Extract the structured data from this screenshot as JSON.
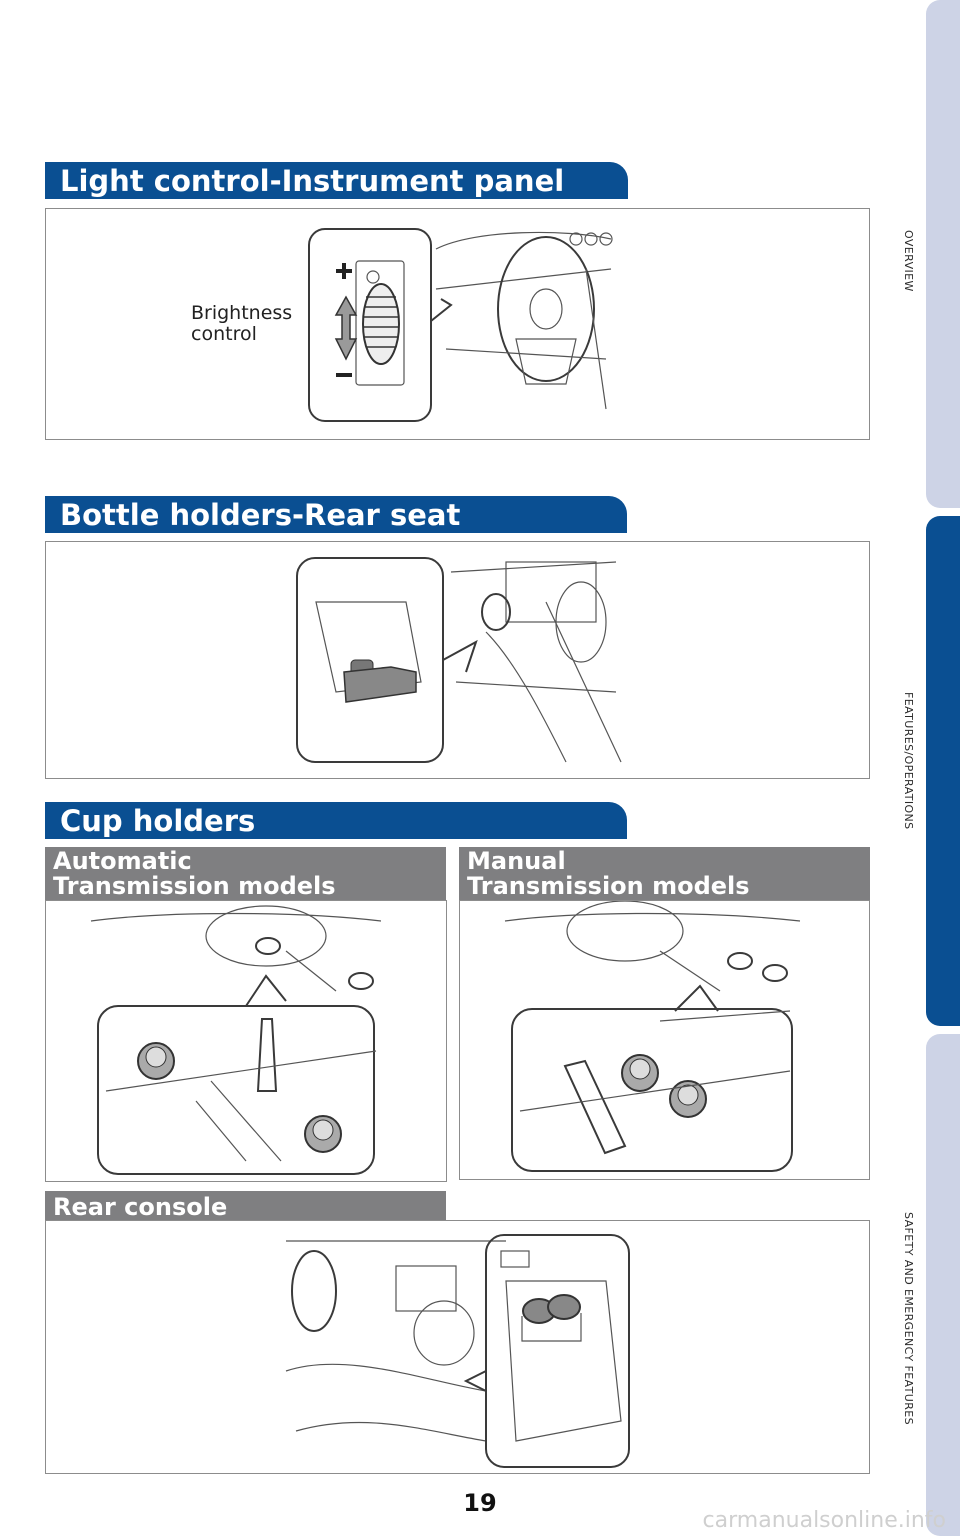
{
  "sections": {
    "light": {
      "title": "Light control-Instrument panel",
      "caption_line1": "Brightness",
      "caption_line2": "control"
    },
    "bottle": {
      "title": "Bottle holders-Rear seat"
    },
    "cup": {
      "title": "Cup holders",
      "automatic_line1": "Automatic",
      "automatic_line2": "Transmission models",
      "manual_line1": "Manual",
      "manual_line2": "Transmission models"
    },
    "rear": {
      "title": "Rear console"
    }
  },
  "side_tabs": [
    "OVERVIEW",
    "FEATURES/OPERATIONS",
    "SAFETY AND EMERGENCY FEATURES"
  ],
  "page_number": "19",
  "watermark": "carmanualsonline.info",
  "colors": {
    "accent": "#0a4f92",
    "tab_inactive": "#cdd3e6",
    "subheader_gray": "#7f7f81"
  }
}
